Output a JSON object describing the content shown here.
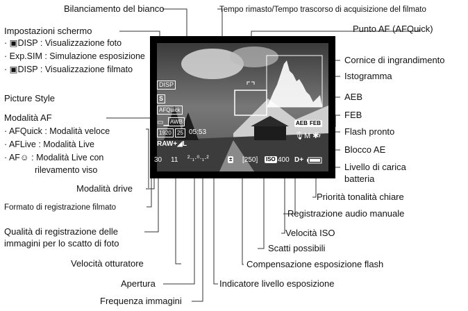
{
  "labels": {
    "white_balance": "Bilanciamento del bianco",
    "remaining_time": "Tempo rimasto/Tempo trascorso di acquisizione del filmato",
    "screen_settings": "Impostazioni schermo",
    "photo_display": "· ▣DISP : Visualizzazione foto",
    "exposure_sim": "· Exp.SIM : Simulazione esposizione",
    "movie_display": "· ▣DISP : Visualizzazione filmato",
    "af_point": "Punto AF (AFQuick)",
    "magnify_frame": "Cornice di ingrandimento",
    "histogram": "Istogramma",
    "picture_style": "Picture Style",
    "aeb": "AEB",
    "af_mode": "Modalità AF",
    "feb": "FEB",
    "af_quick": "· AFQuick : Modalità veloce",
    "flash_ready": "Flash pronto",
    "af_live": "· AFLive : Modalità Live",
    "ae_lock": "Blocco AE",
    "af_face_1": "· AF☺ : Modalità Live con",
    "af_face_2": "rilevamento viso",
    "battery_1": "Livello di carica",
    "battery_2": "batteria",
    "drive_mode": "Modalità drive",
    "highlight_priority": "Priorità tonalità chiare",
    "movie_format": "Formato di registrazione filmato",
    "manual_audio": "Registrazione audio manuale",
    "quality_1": "Qualità di registrazione delle",
    "quality_2": "immagini per lo scatto di foto",
    "iso_speed": "Velocità ISO",
    "shots_possible": "Scatti possibili",
    "shutter_speed": "Velocità otturatore",
    "flash_comp": "Compensazione esposizione flash",
    "aperture": "Apertura",
    "exposure_level": "Indicatore livello esposizione",
    "frame_rate": "Frequenza immagini"
  },
  "osd": {
    "disp": "DISP",
    "style": "S",
    "af_quick": "AFQuick",
    "awb": "AWB",
    "res": "1920",
    "fps": "25",
    "time": "05:53",
    "raw": "RAW+◢L",
    "aeb": "AEB",
    "feb": "FEB",
    "audio_lock": "🎙M ✱",
    "flash": "ϟ",
    "shutter": "30",
    "aperture": "11",
    "scale": "²·₁·⁰·₁·²",
    "shots": "[250]",
    "iso_label": "ISO",
    "iso": "400",
    "dplus": "D+"
  }
}
